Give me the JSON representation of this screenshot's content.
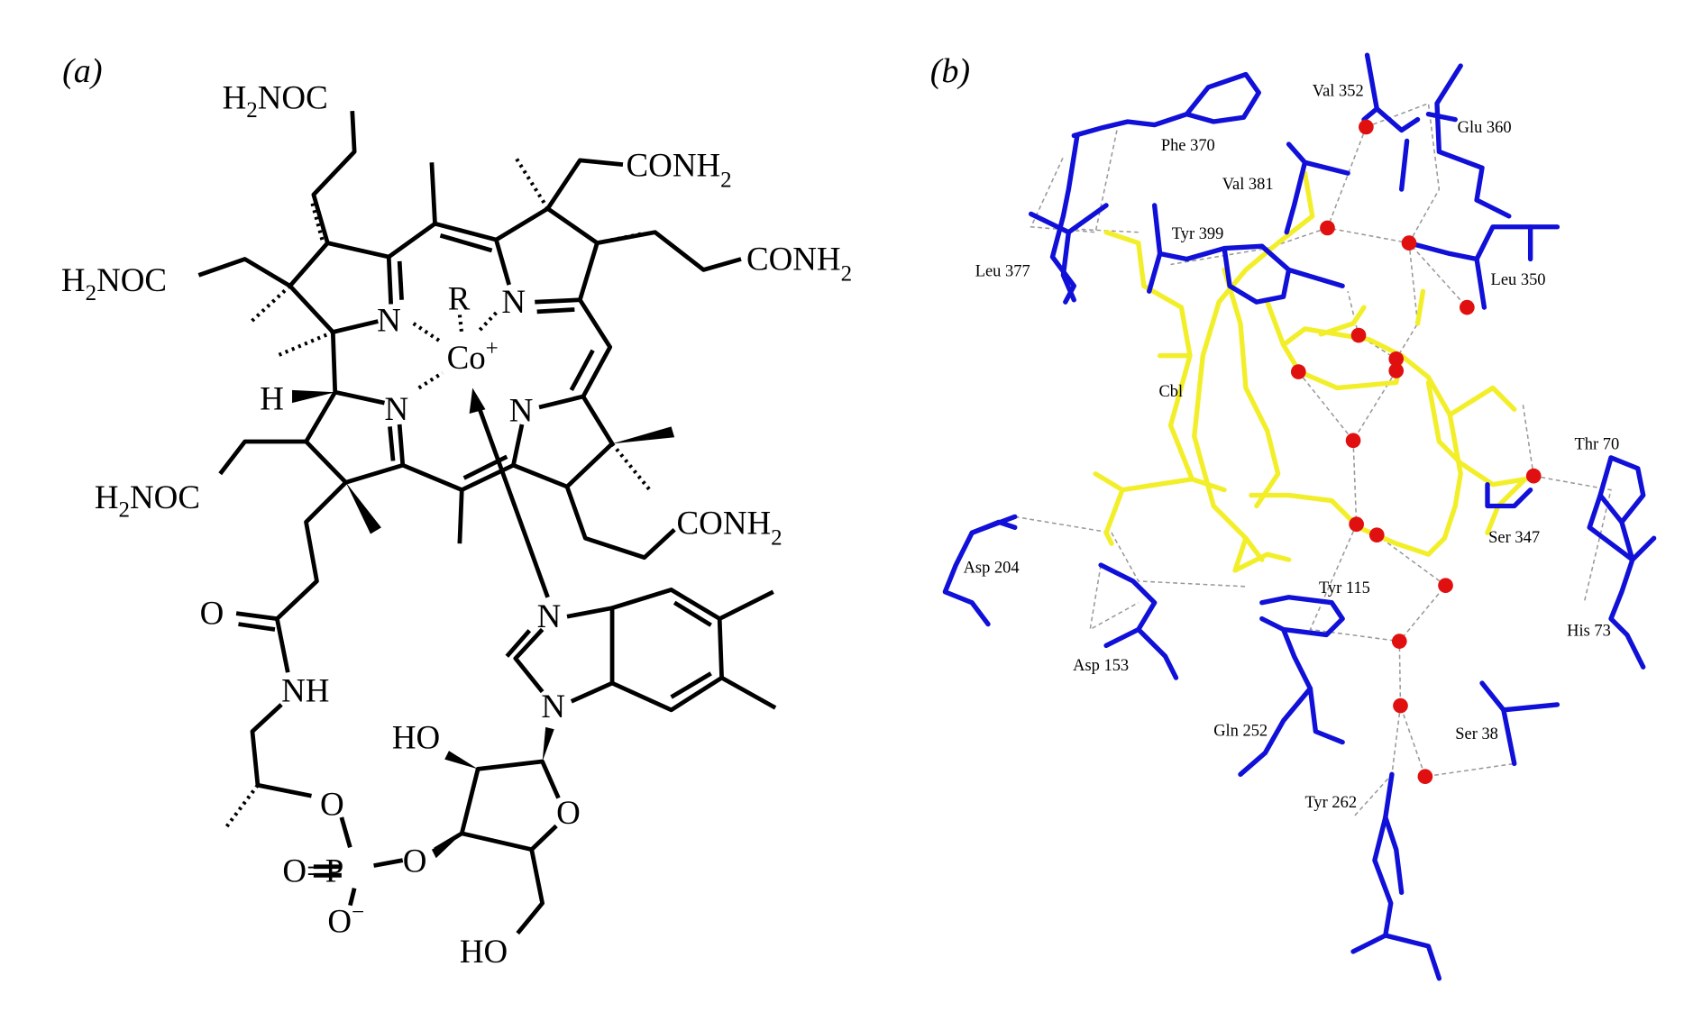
{
  "panel_a": {
    "label": "(a)",
    "groups": {
      "h2noc_top": {
        "pre": "H",
        "sub": "2",
        "post": "NOC"
      },
      "h2noc_left": {
        "pre": "H",
        "sub": "2",
        "post": "NOC"
      },
      "h2noc_lower": {
        "pre": "H",
        "sub": "2",
        "post": "NOC"
      },
      "conh2_top": {
        "pre": "CONH",
        "sub": "2"
      },
      "conh2_right": {
        "pre": "CONH",
        "sub": "2"
      },
      "conh2_lower": {
        "pre": "CONH",
        "sub": "2"
      }
    },
    "atoms": {
      "R": "R",
      "Co": "Co",
      "Co_charge": "+",
      "N1": "N",
      "N2": "N",
      "N3": "N",
      "N4": "N",
      "H": "H",
      "O_amide": "O",
      "NH": "NH",
      "O_ester": "O",
      "P": "O=P",
      "O_minus": "O",
      "minus": "−",
      "O_link": "O",
      "HO_top": "HO",
      "O_ring": "O",
      "HO_bottom": "HO",
      "N_imid1": "N",
      "N_imid2": "N"
    }
  },
  "panel_b": {
    "label": "(b)",
    "residues": [
      "Val 352",
      "Phe 370",
      "Glu 360",
      "Val 381",
      "Tyr 399",
      "Leu 377",
      "Leu 350",
      "Cbl",
      "Thr 70",
      "Ser 347",
      "Asp 204",
      "Tyr 115",
      "His 73",
      "Asp 153",
      "Gln 252",
      "Ser 38",
      "Tyr 262"
    ],
    "colors": {
      "protein": "#1010d8",
      "cobalamin": "#f2ef2a",
      "water": "#e01010"
    }
  }
}
